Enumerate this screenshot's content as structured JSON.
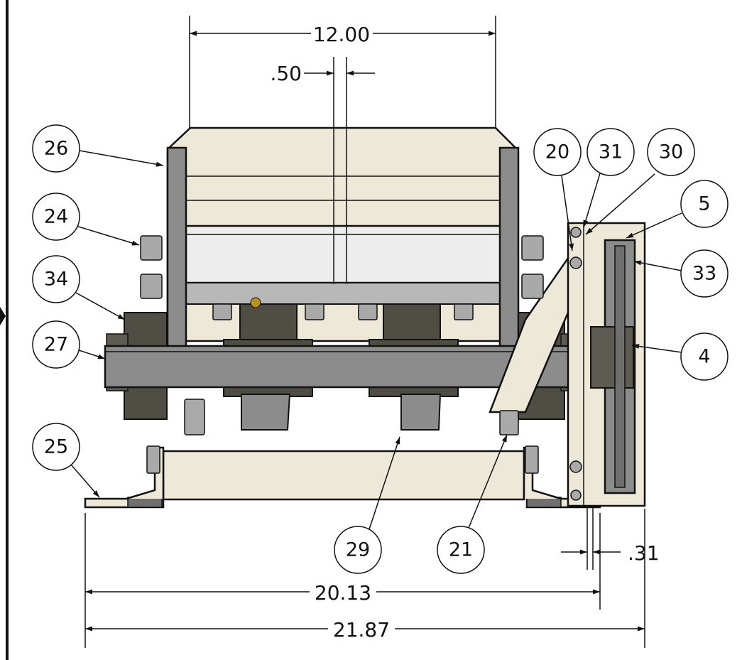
{
  "dimensions": {
    "top_width": "12.00",
    "gap": ".50",
    "flange": ".31",
    "base_length": "20.13",
    "overall_length": "21.87"
  },
  "balloons": [
    "26",
    "24",
    "34",
    "27",
    "25",
    "20",
    "31",
    "30",
    "5",
    "33",
    "4",
    "29",
    "21"
  ],
  "colors": {
    "tan": "#ede8d7",
    "steel": "#8c8c8c",
    "steel_dark": "#6f6f6f",
    "casting": "#4f4d44",
    "bolt": "#a9a9a9",
    "line": "#111111"
  }
}
